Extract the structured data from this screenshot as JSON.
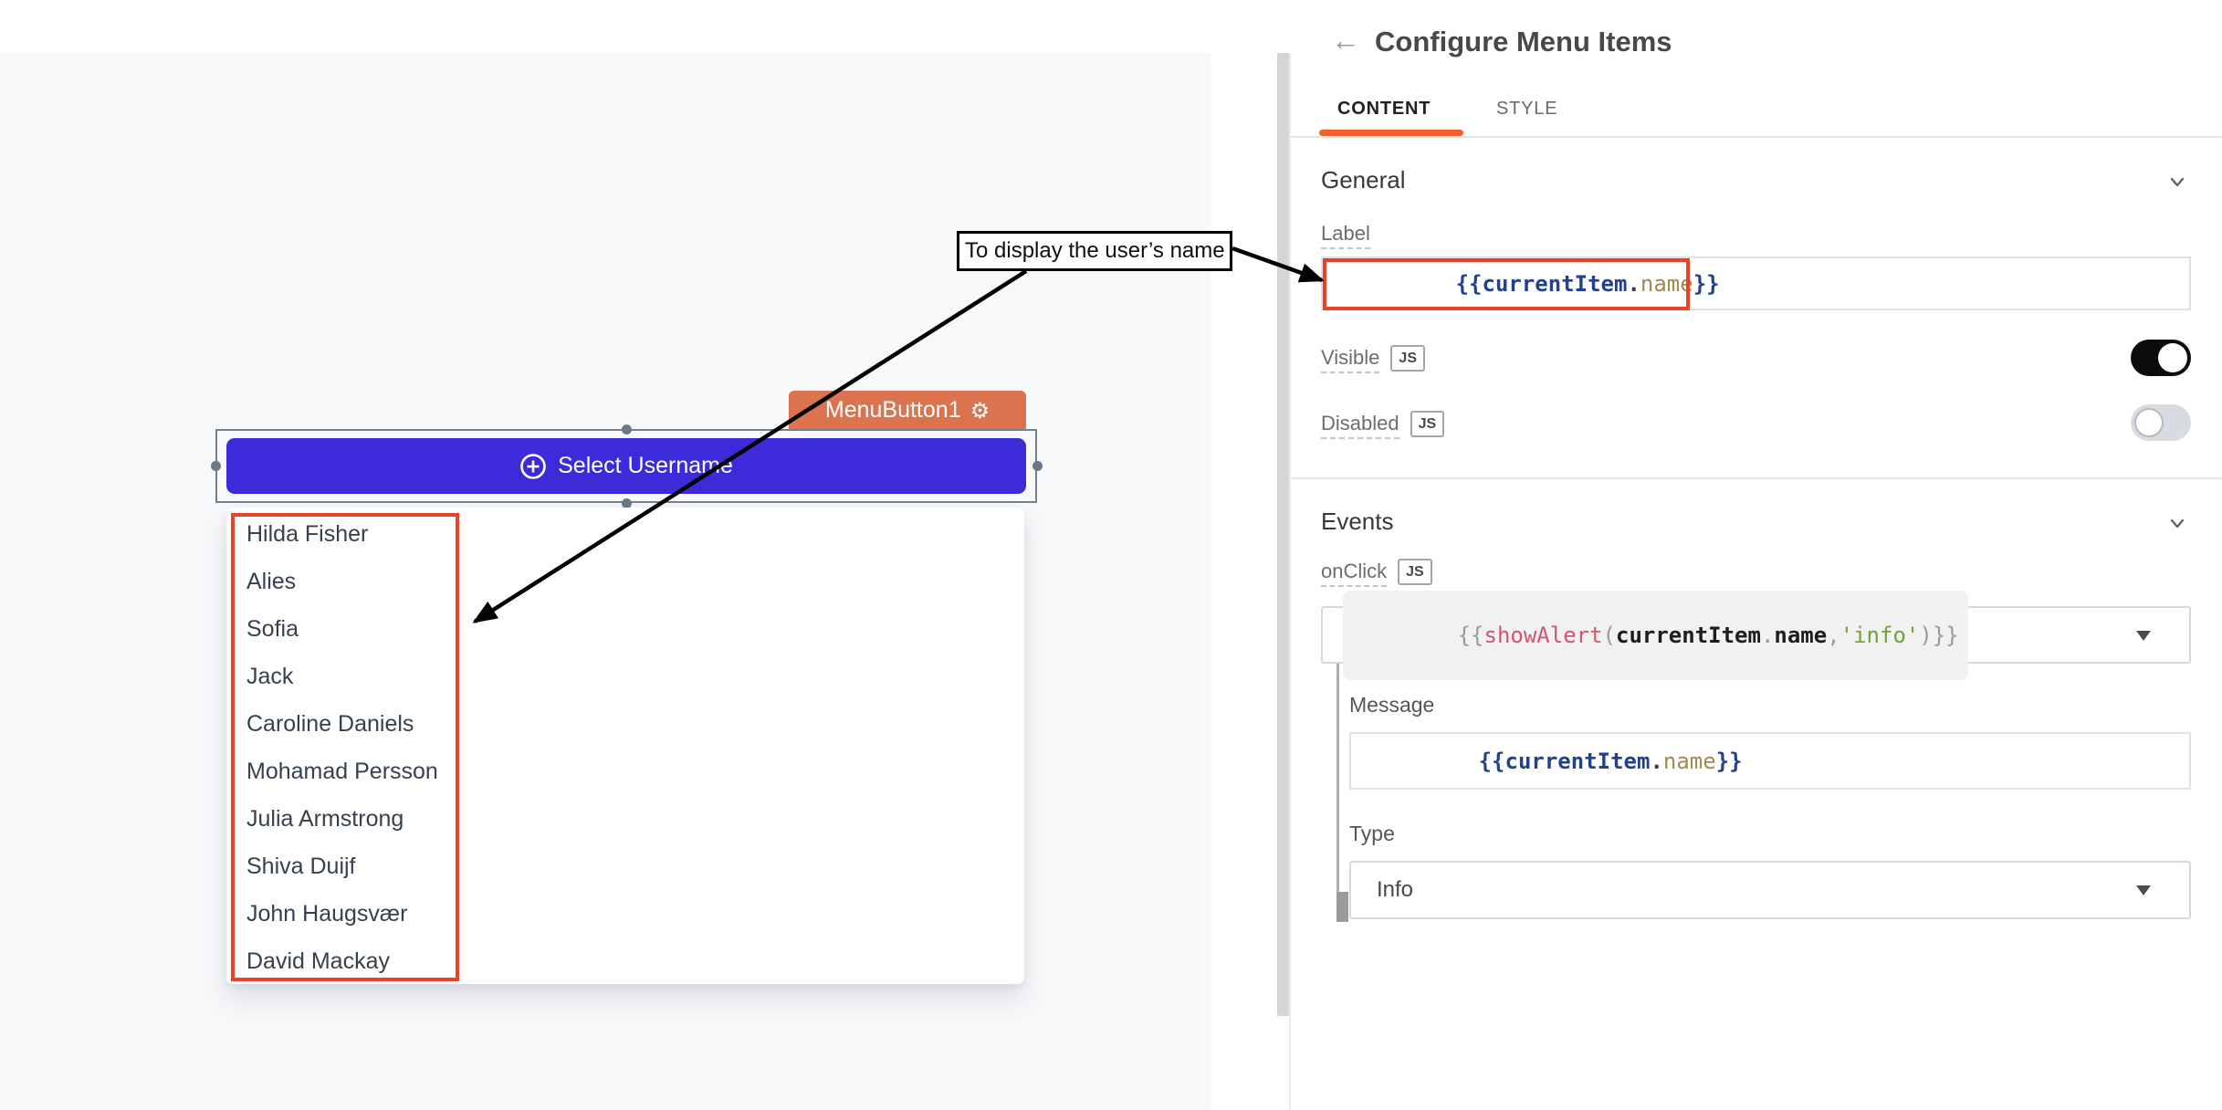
{
  "colors": {
    "accent_orange": "#f1602b",
    "widget_tag_orange": "#db734f",
    "button_blue": "#3d2ad9",
    "annotation_red": "#e8432a",
    "canvas_bg": "#f7f8fa"
  },
  "canvas": {
    "widget_tag": {
      "label": "MenuButton1",
      "gear_icon": "⚙"
    },
    "menu_button": {
      "label": "Select Username",
      "plus_icon": "⊕"
    },
    "menu_items": [
      "Hilda Fisher",
      "Alies",
      "Sofia",
      "Jack",
      "Caroline Daniels",
      "Mohamad Persson",
      "Julia Armstrong",
      "Shiva Duijf",
      "John Haugsvær",
      "David Mackay"
    ],
    "annotation": {
      "tooltip": "To display the user’s name"
    }
  },
  "panel": {
    "back_icon": "←",
    "title": "Configure Menu Items",
    "tabs": {
      "content": "CONTENT",
      "style": "STYLE"
    },
    "general": {
      "title": "General",
      "label_field": {
        "label": "Label"
      },
      "label_code": [
        {
          "t": "{{"
        },
        {
          "t": "currentItem"
        },
        {
          "t": "."
        },
        {
          "t": "name"
        },
        {
          "t": "}}"
        }
      ],
      "visible": {
        "label": "Visible",
        "js": "JS",
        "state": "on"
      },
      "disabled": {
        "label": "Disabled",
        "js": "JS",
        "state": "off"
      }
    },
    "events": {
      "title": "Events",
      "onclick": {
        "label": "onClick",
        "js": "JS"
      },
      "onclick_code": [
        {
          "t": "{{"
        },
        {
          "t": "showAlert"
        },
        {
          "t": "("
        },
        {
          "t": "currentItem"
        },
        {
          "t": "."
        },
        {
          "t": "name"
        },
        {
          "t": ","
        },
        {
          "t": "'info'"
        },
        {
          "t": ")"
        },
        {
          "t": "}}"
        }
      ],
      "message": {
        "label": "Message"
      },
      "message_code": [
        {
          "t": "{{"
        },
        {
          "t": "currentItem"
        },
        {
          "t": "."
        },
        {
          "t": "name"
        },
        {
          "t": "}}"
        }
      ],
      "type": {
        "label": "Type",
        "value": "Info"
      }
    }
  }
}
